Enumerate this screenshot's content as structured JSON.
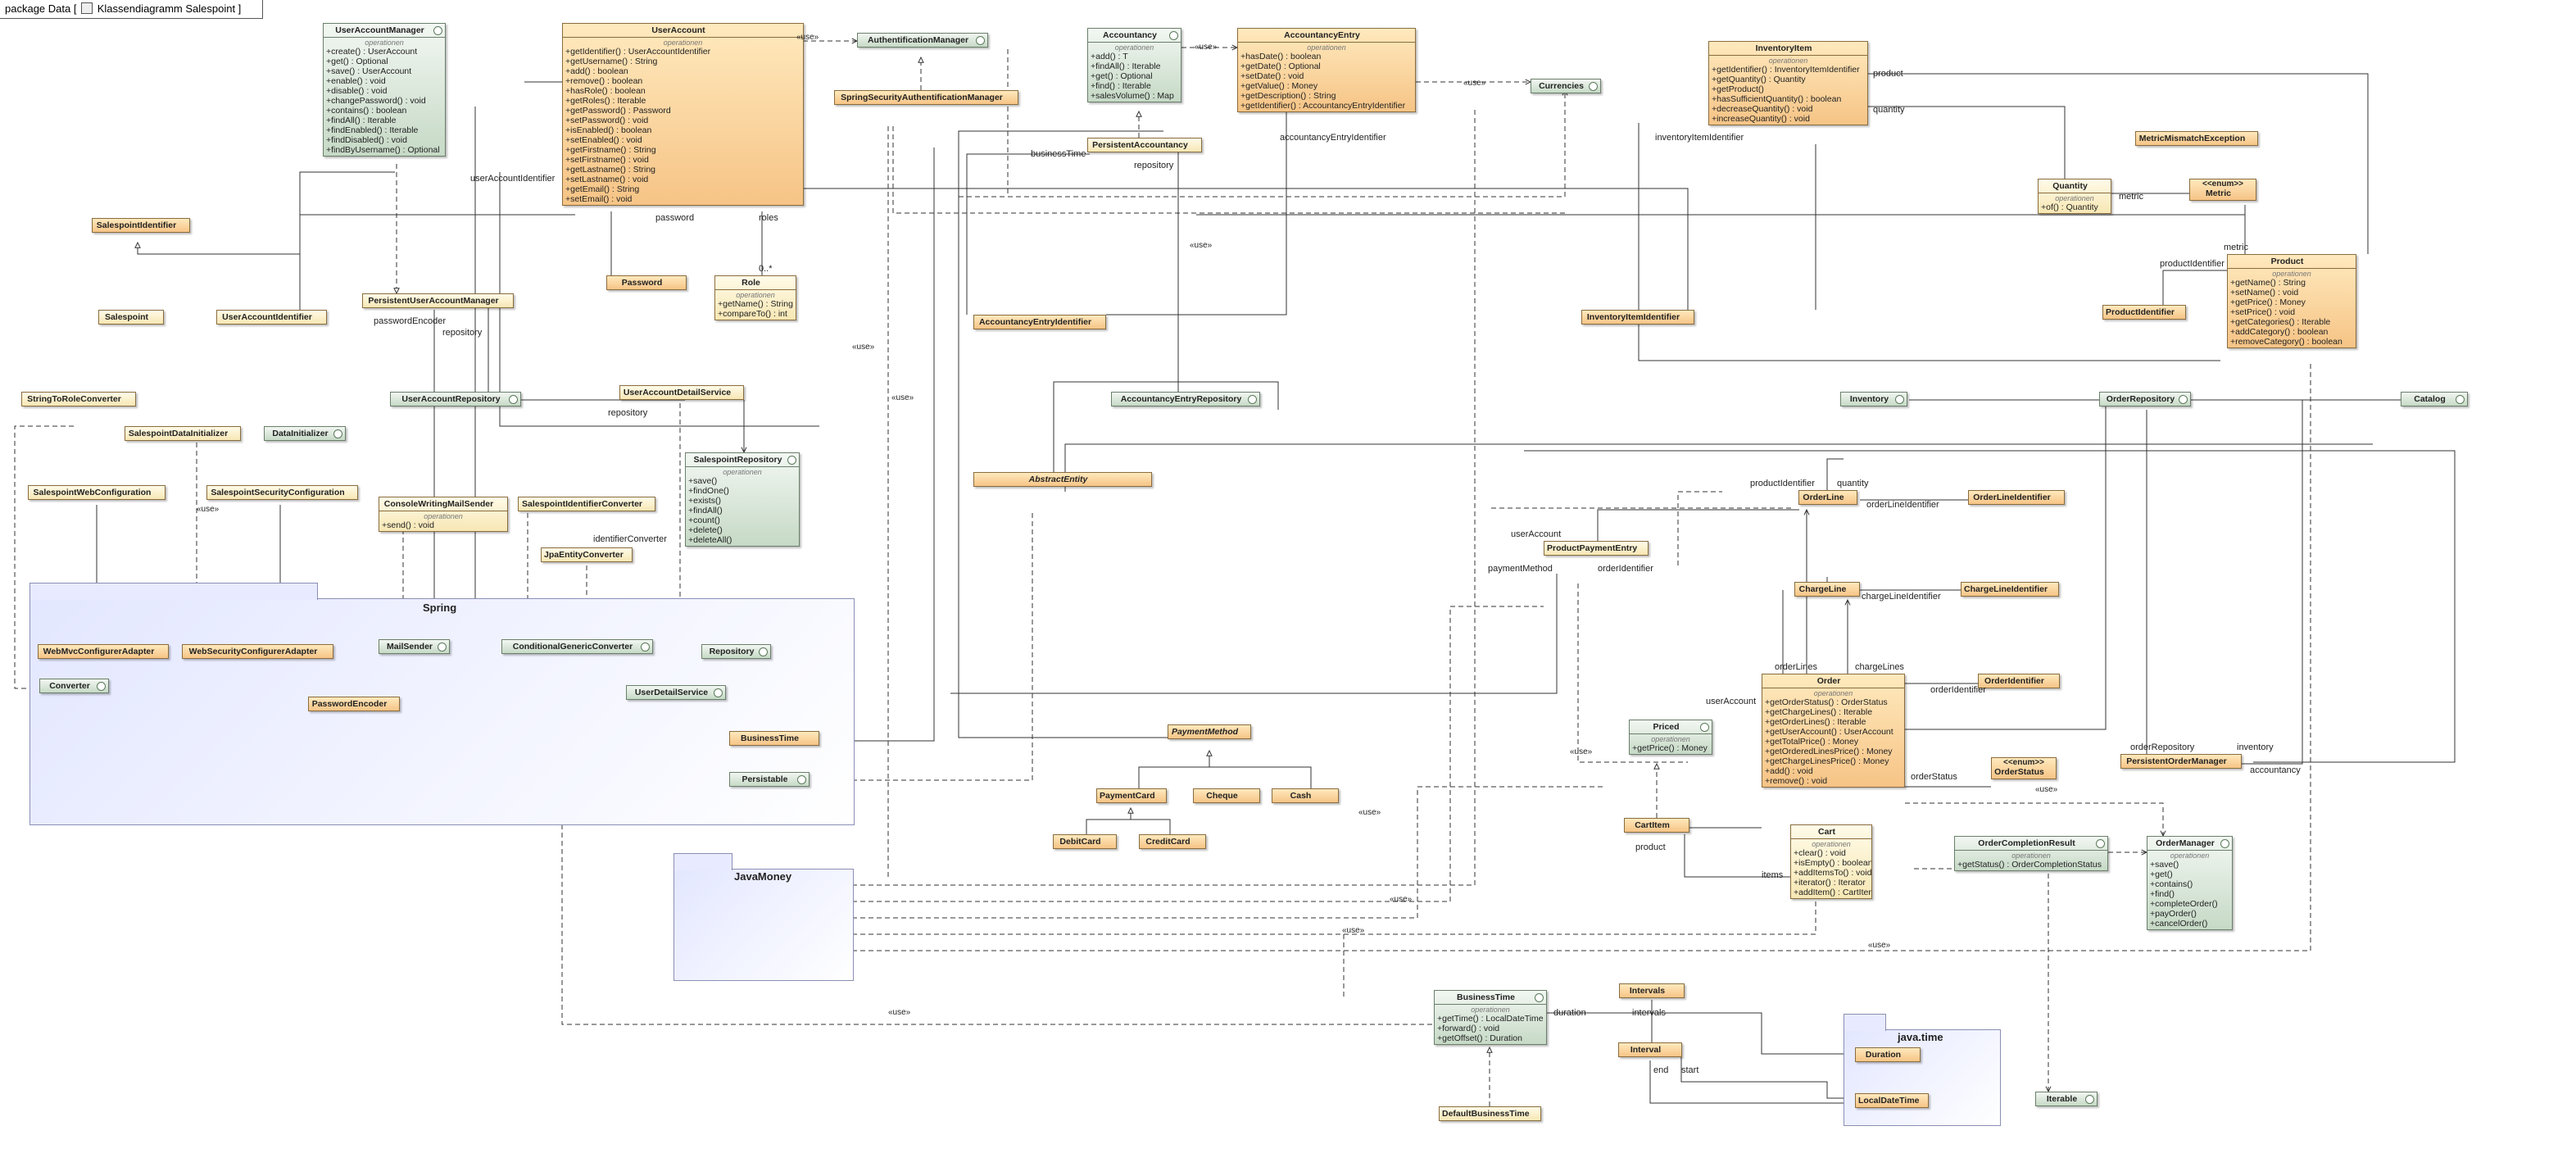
{
  "diagram": {
    "frame_label": "package  Data [",
    "frame_title": "Klassendiagramm Salespoint ]",
    "section_label": "operationen",
    "packages": [
      {
        "id": "spring",
        "name": "Spring"
      },
      {
        "id": "javamoney",
        "name": "JavaMoney"
      },
      {
        "id": "javatime",
        "name": "java.time"
      }
    ],
    "classes": [
      {
        "id": "UserAccountManager",
        "name": "UserAccountManager",
        "color": "g",
        "ops": [
          "+create() : UserAccount",
          "+get() : Optional",
          "+save() : UserAccount",
          "+enable() : void",
          "+disable() : void",
          "+changePassword() : void",
          "+contains() : boolean",
          "+findAll() : Iterable",
          "+findEnabled() : Iterable",
          "+findDisabled() : void",
          "+findByUsername() : Optional"
        ]
      },
      {
        "id": "UserAccount",
        "name": "UserAccount",
        "color": "o",
        "ops": [
          "+getIdentifier() : UserAccountIdentifier",
          "+getUsername() : String",
          "+add() : boolean",
          "+remove() : boolean",
          "+hasRole() : boolean",
          "+getRoles() : Iterable",
          "+getPassword() : Password",
          "+setPassword() : void",
          "+isEnabled() : boolean",
          "+setEnabled() : void",
          "+getFirstname() : String",
          "+setFirstname() : void",
          "+getLastname() : String",
          "+setLastname() : void",
          "+getEmail() : String",
          "+setEmail() : void"
        ]
      },
      {
        "id": "AuthentificationManager",
        "name": "AuthentificationManager",
        "color": "g"
      },
      {
        "id": "SpringSecurityAuthentificationManager",
        "name": "SpringSecurityAuthentificationManager",
        "color": "o"
      },
      {
        "id": "Accountancy",
        "name": "Accountancy",
        "color": "g",
        "ops": [
          "+add() : T",
          "+findAll() : Iterable",
          "+get() : Optional",
          "+find() : Iterable",
          "+salesVolume() : Map"
        ]
      },
      {
        "id": "AccountancyEntry",
        "name": "AccountancyEntry",
        "color": "o",
        "ops": [
          "+hasDate() : boolean",
          "+getDate() : Optional",
          "+setDate() : void",
          "+getValue() : Money",
          "+getDescription() : String",
          "+getIdentifier() : AccountancyEntryIdentifier"
        ]
      },
      {
        "id": "Currencies",
        "name": "Currencies",
        "color": "g"
      },
      {
        "id": "InventoryItem",
        "name": "InventoryItem",
        "color": "o",
        "ops": [
          "+getIdentifier() : InventoryItemIdentifier",
          "+getQuantity() : Quantity",
          "+getProduct()",
          "+hasSufficientQuantity() : boolean",
          "+decreaseQuantity() : void",
          "+increaseQuantity() : void"
        ]
      },
      {
        "id": "MetricMismatchException",
        "name": "MetricMismatchException",
        "color": "o"
      },
      {
        "id": "Quantity",
        "name": "Quantity",
        "color": "y",
        "ops": [
          "+of() : Quantity"
        ]
      },
      {
        "id": "Metric",
        "name": "Metric",
        "stereo": "<<enum>>",
        "color": "o"
      },
      {
        "id": "Product",
        "name": "Product",
        "color": "o",
        "ops": [
          "+getName() : String",
          "+setName() : void",
          "+getPrice() : Money",
          "+setPrice() : void",
          "+getCategories() : Iterable",
          "+addCategory() : boolean",
          "+removeCategory() : boolean"
        ]
      },
      {
        "id": "SalespointIdentifier",
        "name": "SalespointIdentifier",
        "color": "o"
      },
      {
        "id": "Salespoint",
        "name": "Salespoint",
        "color": "y"
      },
      {
        "id": "UserAccountIdentifier",
        "name": "UserAccountIdentifier",
        "color": "y"
      },
      {
        "id": "PersistentUserAccountManager",
        "name": "PersistentUserAccountManager",
        "color": "y"
      },
      {
        "id": "Password",
        "name": "Password",
        "color": "o"
      },
      {
        "id": "Role",
        "name": "Role",
        "color": "y",
        "ops": [
          "+getName() : String",
          "+compareTo() : int"
        ]
      },
      {
        "id": "PersistentAccountancy",
        "name": "PersistentAccountancy",
        "color": "y"
      },
      {
        "id": "AccountancyEntryIdentifier",
        "name": "AccountancyEntryIdentifier",
        "color": "o"
      },
      {
        "id": "InventoryItemIdentifier",
        "name": "InventoryItemIdentifier",
        "color": "o"
      },
      {
        "id": "ProductIdentifier",
        "name": "ProductIdentifier",
        "color": "o"
      },
      {
        "id": "StringToRoleConverter",
        "name": "StringToRoleConverter",
        "color": "y"
      },
      {
        "id": "SalespointDataInitializer",
        "name": "SalespointDataInitializer",
        "color": "y"
      },
      {
        "id": "DataInitializer",
        "name": "DataInitializer",
        "color": "g"
      },
      {
        "id": "UserAccountRepository",
        "name": "UserAccountRepository",
        "color": "g"
      },
      {
        "id": "UserAccountDetailService",
        "name": "UserAccountDetailService",
        "color": "y"
      },
      {
        "id": "AccountancyEntryRepository",
        "name": "AccountancyEntryRepository",
        "color": "g"
      },
      {
        "id": "Inventory",
        "name": "Inventory",
        "color": "g"
      },
      {
        "id": "OrderRepository",
        "name": "OrderRepository",
        "color": "g"
      },
      {
        "id": "Catalog",
        "name": "Catalog",
        "color": "g"
      },
      {
        "id": "SalespointWebConfiguration",
        "name": "SalespointWebConfiguration",
        "color": "y"
      },
      {
        "id": "SalespointSecurityConfiguration",
        "name": "SalespointSecurityConfiguration",
        "color": "y"
      },
      {
        "id": "SalespointRepository",
        "name": "SalespointRepository",
        "color": "g",
        "ops": [
          "+save()",
          "+findOne()",
          "+exists()",
          "+findAll()",
          "+count()",
          "+delete()",
          "+deleteAll()"
        ]
      },
      {
        "id": "AbstractEntity",
        "name": "AbstractEntity",
        "color": "o",
        "abstract": true
      },
      {
        "id": "ConsoleWritingMailSender",
        "name": "ConsoleWritingMailSender",
        "color": "y",
        "ops": [
          "+send() : void"
        ]
      },
      {
        "id": "SalespointIdentifierConverter",
        "name": "SalespointIdentifierConverter",
        "color": "y"
      },
      {
        "id": "JpaEntityConverter",
        "name": "JpaEntityConverter",
        "color": "y"
      },
      {
        "id": "OrderLine",
        "name": "OrderLine",
        "color": "o"
      },
      {
        "id": "OrderLineIdentifier",
        "name": "OrderLineIdentifier",
        "color": "o"
      },
      {
        "id": "ProductPaymentEntry",
        "name": "ProductPaymentEntry",
        "color": "y"
      },
      {
        "id": "ChargeLine",
        "name": "ChargeLine",
        "color": "o"
      },
      {
        "id": "ChargeLineIdentifier",
        "name": "ChargeLineIdentifier",
        "color": "o"
      },
      {
        "id": "Order",
        "name": "Order",
        "color": "o",
        "ops": [
          "+getOrderStatus() : OrderStatus",
          "+getChargeLines() : Iterable",
          "+getOrderLines() : Iterable",
          "+getUserAccount() : UserAccount",
          "+getTotalPrice() : Money",
          "+getOrderedLinesPrice() : Money",
          "+getChargeLinesPrice() : Money",
          "+add() : void",
          "+remove() : void"
        ]
      },
      {
        "id": "OrderIdentifier",
        "name": "OrderIdentifier",
        "color": "o"
      },
      {
        "id": "WebMvcConfigurerAdapter",
        "name": "WebMvcConfigurerAdapter",
        "color": "o"
      },
      {
        "id": "WebSecurityConfigurerAdapter",
        "name": "WebSecurityConfigurerAdapter",
        "color": "o"
      },
      {
        "id": "Converter",
        "name": "Converter",
        "color": "g"
      },
      {
        "id": "MailSender",
        "name": "MailSender",
        "color": "g"
      },
      {
        "id": "ConditionalGenericConverter",
        "name": "ConditionalGenericConverter",
        "color": "g"
      },
      {
        "id": "Repository",
        "name": "Repository",
        "color": "g"
      },
      {
        "id": "UserDetailService",
        "name": "UserDetailService",
        "color": "g"
      },
      {
        "id": "PasswordEncoder",
        "name": "PasswordEncoder",
        "color": "o"
      },
      {
        "id": "BusinessTimeSpring",
        "name": "BusinessTime",
        "color": "o"
      },
      {
        "id": "Persistable",
        "name": "Persistable",
        "color": "g"
      },
      {
        "id": "PaymentMethod",
        "name": "PaymentMethod",
        "color": "o",
        "abstract": true
      },
      {
        "id": "PaymentCard",
        "name": "PaymentCard",
        "color": "o"
      },
      {
        "id": "Cheque",
        "name": "Cheque",
        "color": "o"
      },
      {
        "id": "Cash",
        "name": "Cash",
        "color": "o"
      },
      {
        "id": "DebitCard",
        "name": "DebitCard",
        "color": "o"
      },
      {
        "id": "CreditCard",
        "name": "CreditCard",
        "color": "o"
      },
      {
        "id": "Priced",
        "name": "Priced",
        "color": "g",
        "ops": [
          "+getPrice() : Money"
        ]
      },
      {
        "id": "OrderStatus",
        "name": "OrderStatus",
        "stereo": "<<enum>>",
        "color": "o"
      },
      {
        "id": "PersistentOrderManager",
        "name": "PersistentOrderManager",
        "color": "o"
      },
      {
        "id": "CartItem",
        "name": "CartItem",
        "color": "o"
      },
      {
        "id": "Cart",
        "name": "Cart",
        "color": "y",
        "ops": [
          "+clear() : void",
          "+isEmpty() : boolean",
          "+addItemsTo() : void",
          "+iterator() : Iterator",
          "+addItem() : CartItem"
        ]
      },
      {
        "id": "OrderCompletionResult",
        "name": "OrderCompletionResult",
        "color": "g",
        "ops": [
          "+getStatus() : OrderCompletionStatus"
        ]
      },
      {
        "id": "OrderManager",
        "name": "OrderManager",
        "color": "g",
        "ops": [
          "+save()",
          "+get()",
          "+contains()",
          "+find()",
          "+completeOrder()",
          "+payOrder()",
          "+cancelOrder()"
        ]
      },
      {
        "id": "BusinessTime",
        "name": "BusinessTime",
        "color": "g",
        "ops": [
          "+getTime() : LocalDateTime",
          "+forward() : void",
          "+getOffset() : Duration"
        ]
      },
      {
        "id": "Intervals",
        "name": "Intervals",
        "color": "o"
      },
      {
        "id": "Interval",
        "name": "Interval",
        "color": "o"
      },
      {
        "id": "Duration",
        "name": "Duration",
        "color": "o"
      },
      {
        "id": "LocalDateTime",
        "name": "LocalDateTime",
        "color": "o"
      },
      {
        "id": "Iterable",
        "name": "Iterable",
        "color": "g"
      },
      {
        "id": "DefaultBusinessTime",
        "name": "DefaultBusinessTime",
        "color": "y"
      }
    ],
    "labels": [
      "userAccountIdentifier",
      "password",
      "roles",
      "0..*",
      "passwordEncoder",
      "repository",
      "repository",
      "identifierConverter",
      "businessTime",
      "repository",
      "accountancyEntryIdentifier",
      "inventoryItemIdentifier",
      "product",
      "quantity",
      "metric",
      "metric",
      "productIdentifier",
      "productIdentifier",
      "quantity",
      "orderLineIdentifier",
      "userAccount",
      "paymentMethod",
      "orderIdentifier",
      "chargeLineIdentifier",
      "orderLines",
      "chargeLines",
      "userAccount",
      "orderIdentifier",
      "orderStatus",
      "orderRepository",
      "inventory",
      "accountancy",
      "product",
      "items",
      "duration",
      "intervals",
      "end",
      "start"
    ],
    "uses_label": "«use»"
  }
}
